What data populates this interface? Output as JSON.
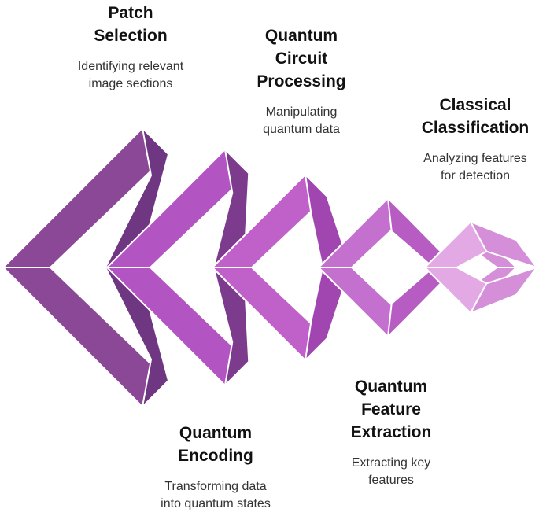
{
  "stages": [
    {
      "id": "patch-selection",
      "title": "Patch\nSelection",
      "description": "Identifying relevant\nimage sections"
    },
    {
      "id": "quantum-encoding",
      "title": "Quantum\nEncoding",
      "description": "Transforming data\ninto quantum states"
    },
    {
      "id": "quantum-circuit-processing",
      "title": "Quantum\nCircuit\nProcessing",
      "description": "Manipulating\nquantum data"
    },
    {
      "id": "quantum-feature-extraction",
      "title": "Quantum\nFeature\nExtraction",
      "description": "Extracting key\nfeatures"
    },
    {
      "id": "classical-classification",
      "title": "Classical\nClassification",
      "description": "Analyzing features\nfor detection"
    }
  ],
  "colors": {
    "stage1_light": "#8a4897",
    "stage1_dark": "#6f3682",
    "stage2_light": "#b254c1",
    "stage2_dark": "#7c3b8c",
    "stage3_light": "#c060c9",
    "stage3_dark": "#a145b0",
    "stage4_light": "#c470cf",
    "stage4_dark": "#b65cc2",
    "stage5_light": "#e3a9e4",
    "stage5_dark": "#d58fd9"
  }
}
